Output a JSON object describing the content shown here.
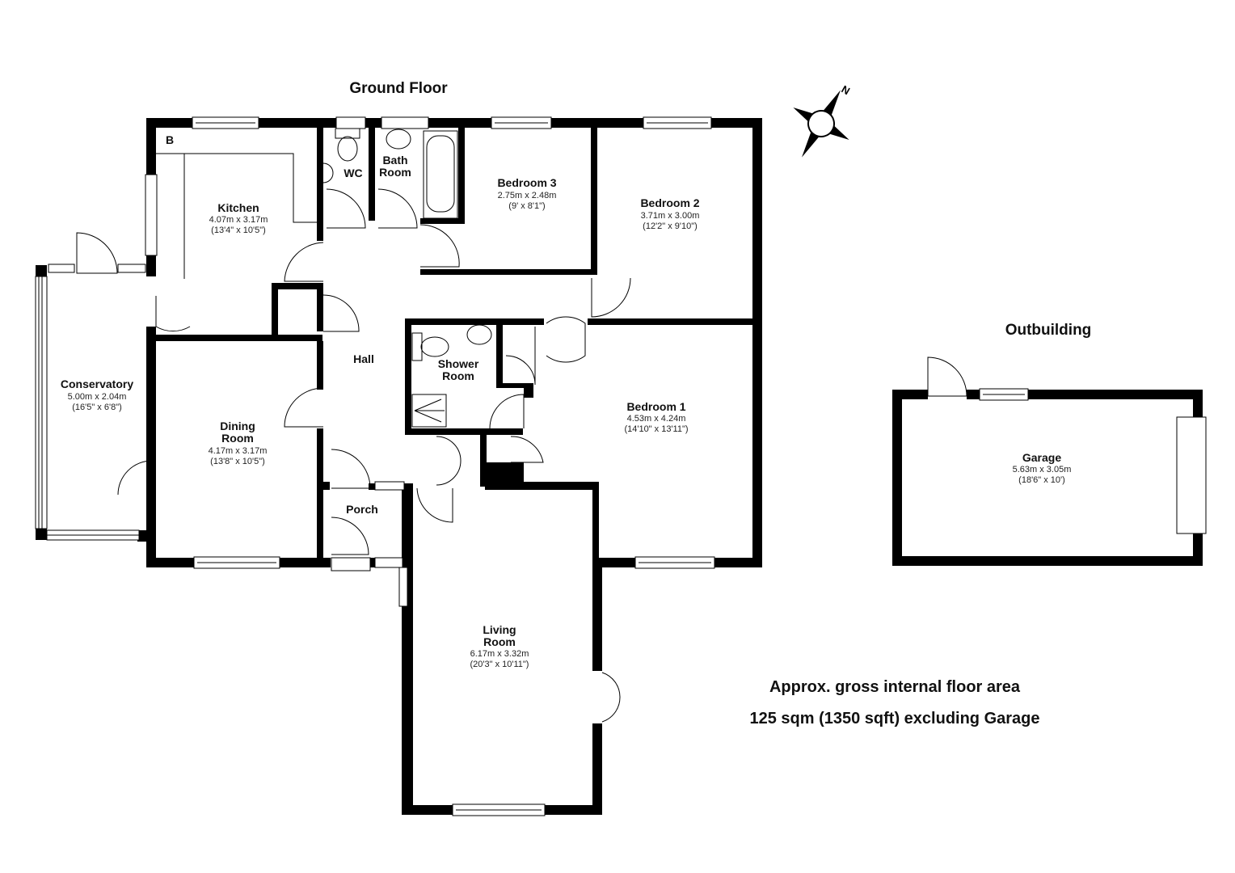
{
  "titles": {
    "ground_floor": "Ground Floor",
    "outbuilding": "Outbuilding"
  },
  "compass": {
    "north_label": "N"
  },
  "boiler_marker": "B",
  "rooms": {
    "kitchen": {
      "name": "Kitchen",
      "metric": "4.07m x 3.17m",
      "imperial": "(13'4\" x 10'5\")"
    },
    "wc": {
      "name": "WC"
    },
    "bathroom": {
      "name_line1": "Bath",
      "name_line2": "Room"
    },
    "bedroom3": {
      "name": "Bedroom 3",
      "metric": "2.75m x 2.48m",
      "imperial": "(9' x 8'1\")"
    },
    "bedroom2": {
      "name": "Bedroom 2",
      "metric": "3.71m x 3.00m",
      "imperial": "(12'2\" x 9'10\")"
    },
    "conservatory": {
      "name": "Conservatory",
      "metric": "5.00m x 2.04m",
      "imperial": "(16'5\" x 6'8\")"
    },
    "hall": {
      "name": "Hall"
    },
    "shower_room": {
      "name_line1": "Shower",
      "name_line2": "Room"
    },
    "bedroom1": {
      "name": "Bedroom 1",
      "metric": "4.53m x 4.24m",
      "imperial": "(14'10\" x 13'11\")"
    },
    "dining_room": {
      "name_line1": "Dining",
      "name_line2": "Room",
      "metric": "4.17m x 3.17m",
      "imperial": "(13'8\" x 10'5\")"
    },
    "porch": {
      "name": "Porch"
    },
    "living_room": {
      "name_line1": "Living",
      "name_line2": "Room",
      "metric": "6.17m x 3.32m",
      "imperial": "(20'3\" x 10'11\")"
    },
    "garage": {
      "name": "Garage",
      "metric": "5.63m x 3.05m",
      "imperial": "(18'6\" x 10')"
    }
  },
  "floor_area": {
    "line1": "Approx. gross internal floor area",
    "line2": "125 sqm (1350 sqft) excluding Garage"
  }
}
